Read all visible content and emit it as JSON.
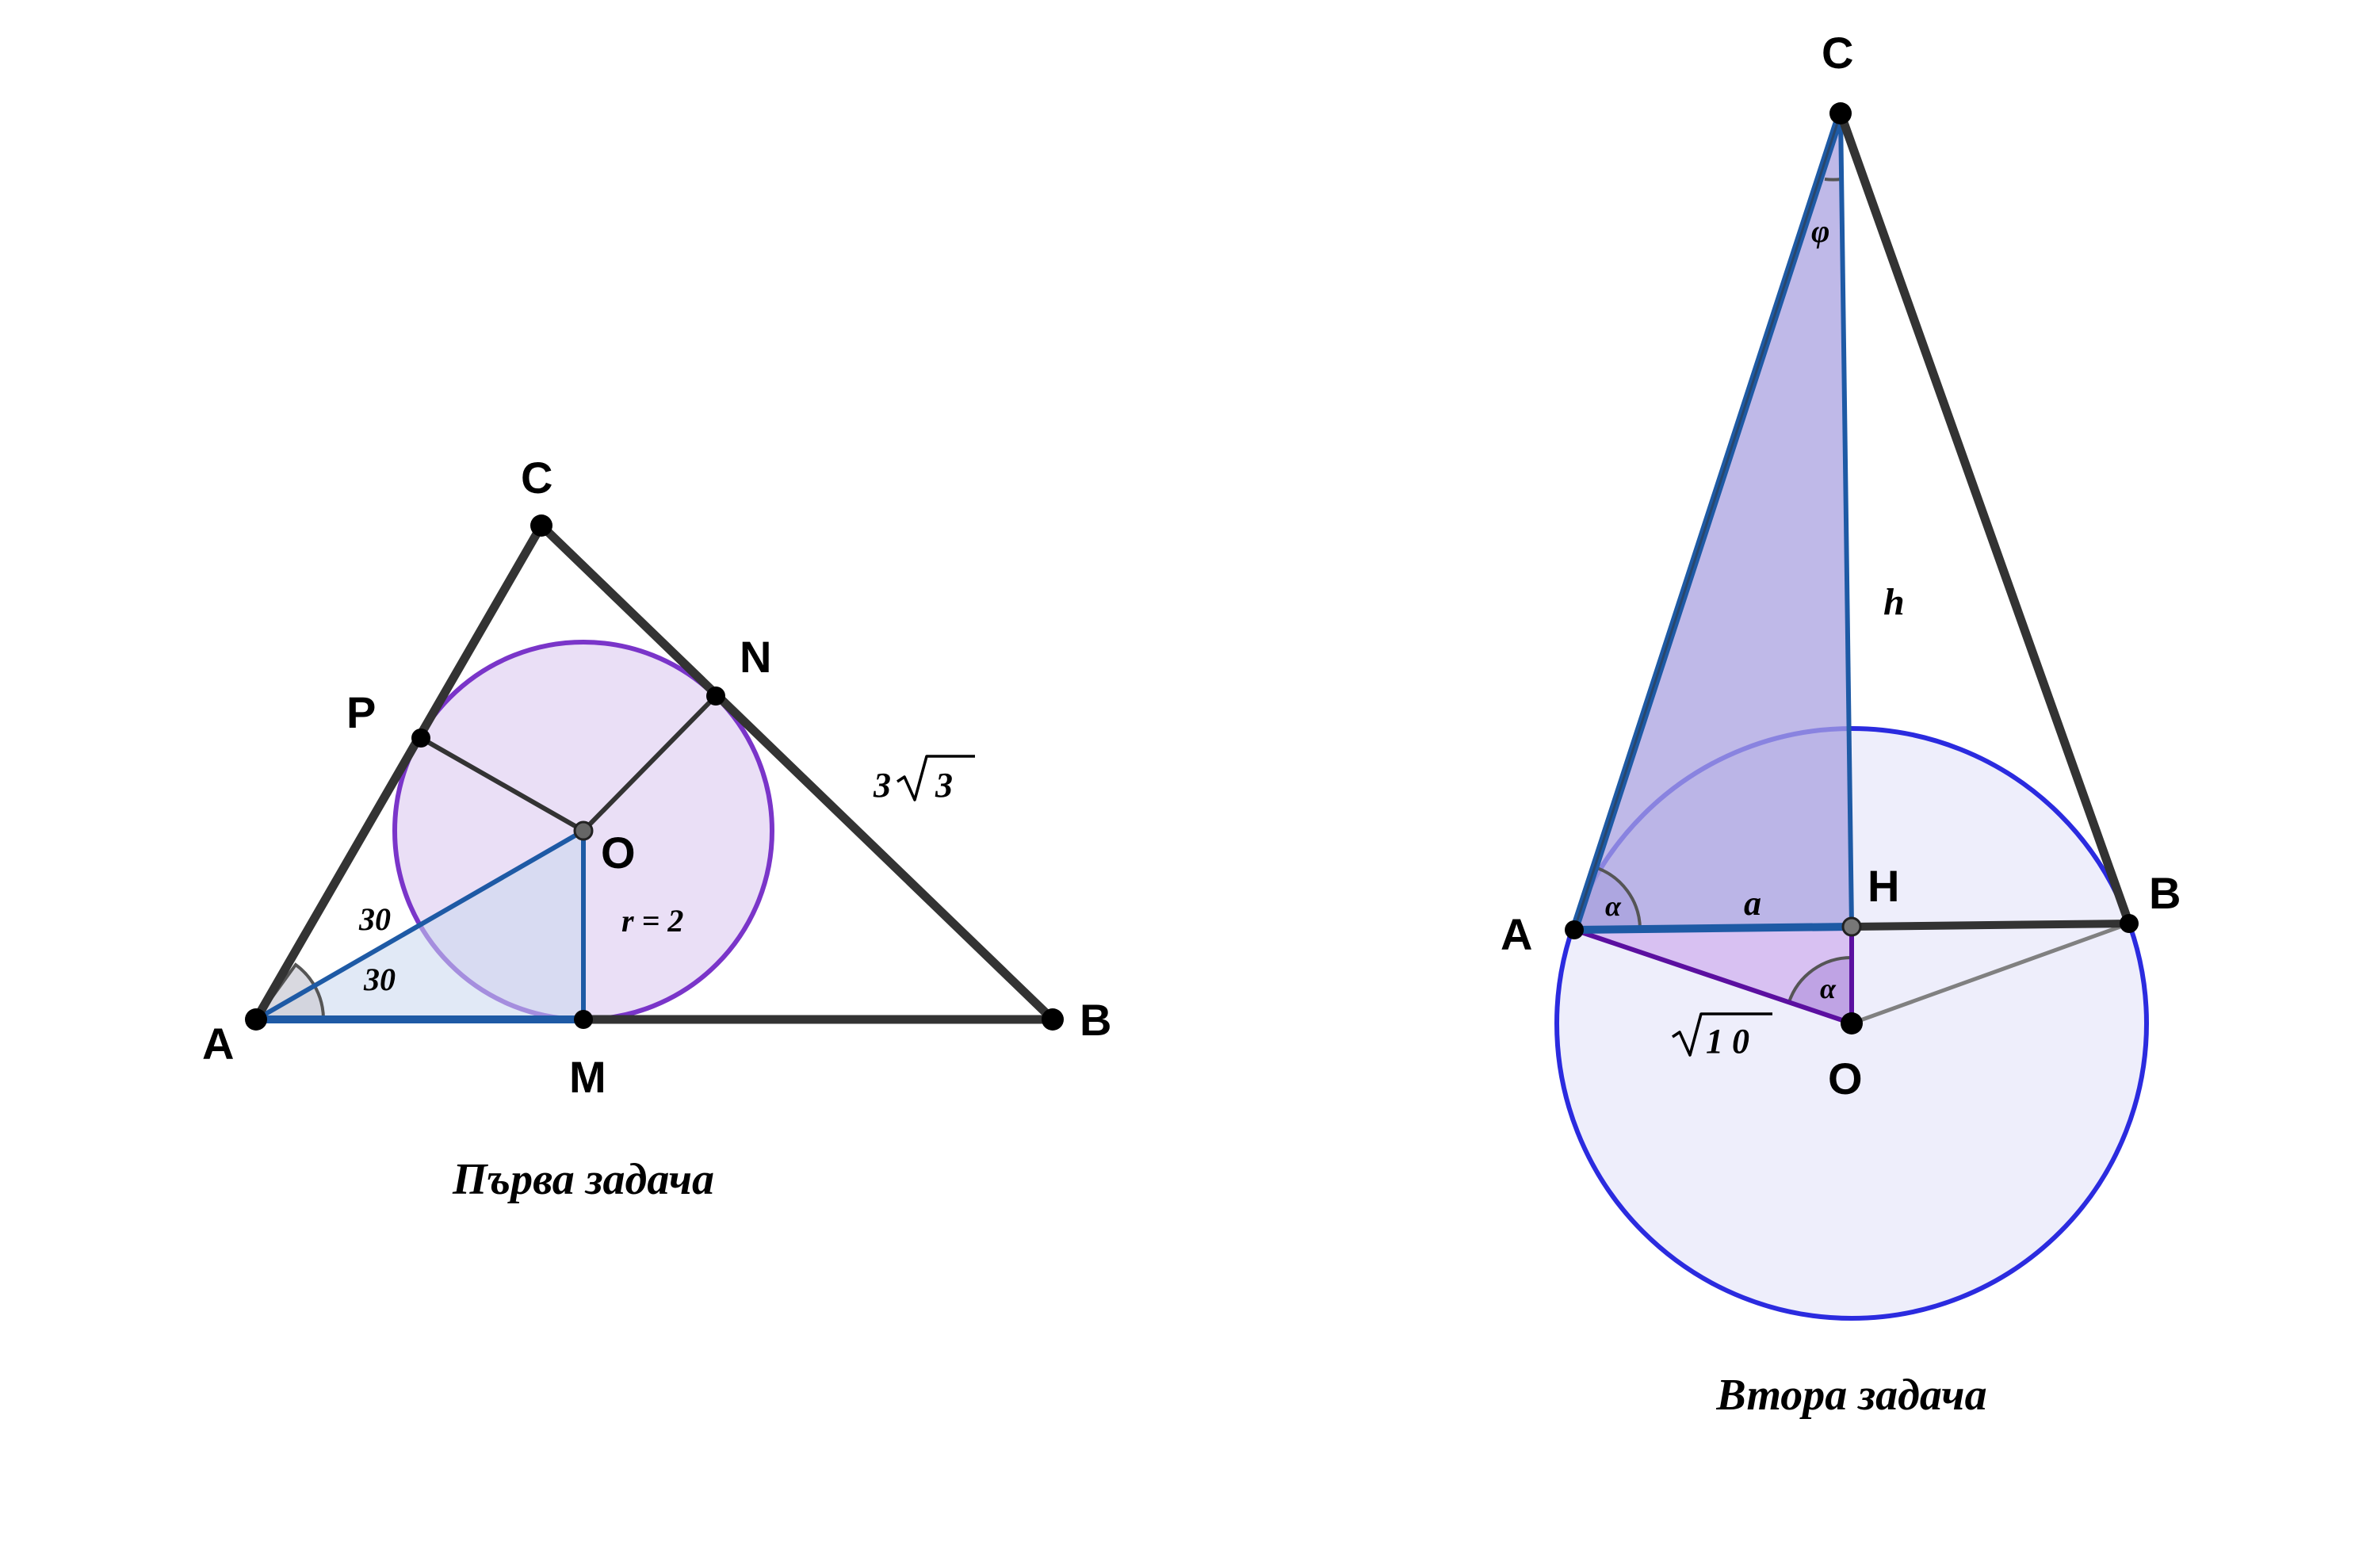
{
  "figure1": {
    "caption": "Първа задача",
    "points": {
      "A": "A",
      "B": "B",
      "C": "C",
      "M": "M",
      "N": "N",
      "P": "P",
      "O": "O"
    },
    "angle_top": "30",
    "angle_bottom": "30",
    "radius_label": "r = 2",
    "side_coef": "3",
    "side_radicand": "3"
  },
  "figure2": {
    "caption": "Втора задача",
    "points": {
      "A": "A",
      "B": "B",
      "C": "C",
      "H": "H",
      "O": "O"
    },
    "height_label": "h",
    "phi_label": "φ",
    "alpha_label": "α",
    "alpha_label_at_o": "α",
    "segment_a_label": "a",
    "ao_radicand": "1 0"
  },
  "colors": {
    "triangle_stroke": "#333333",
    "incircle_stroke": "#7a35c9",
    "incircle_fill": "#e9ddf5",
    "blue_segment": "#1e5aa5",
    "small_triangle_fill": "#c9d7ee",
    "circle2_stroke": "#2b2bdf",
    "circle2_fill": "#eeeefb",
    "triangle_ach_fill": "#b3aee6",
    "triangle_aho_fill": "#d8c3f2",
    "segment_ao": "#5b0fa0",
    "segment_ob": "#808080"
  }
}
